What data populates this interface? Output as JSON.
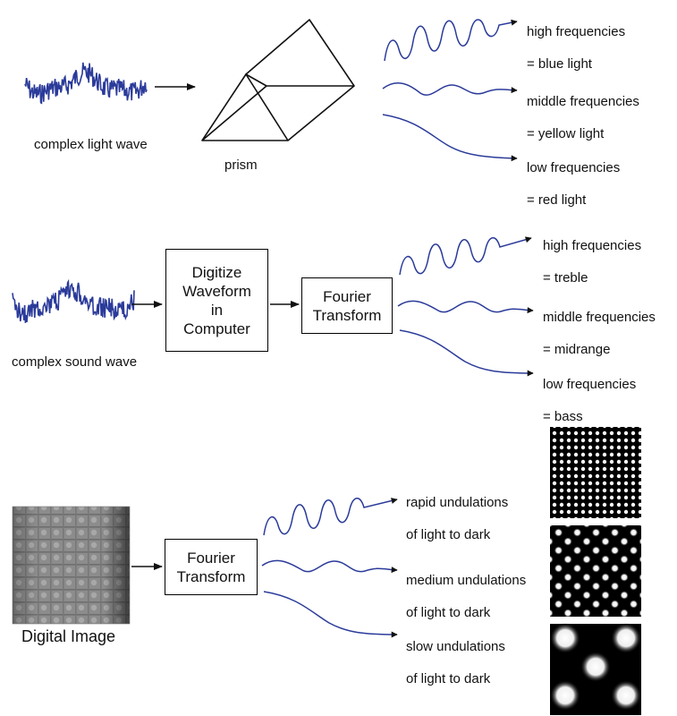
{
  "colors": {
    "wave": "#2b3b9a",
    "line": "#000000"
  },
  "panel_light": {
    "source_label": "complex light wave",
    "prism_label": "prism",
    "outputs": [
      {
        "line1": "high frequencies",
        "line2": "= blue light"
      },
      {
        "line1": "middle frequencies",
        "line2": "= yellow light"
      },
      {
        "line1": "low frequencies",
        "line2": "= red light"
      }
    ]
  },
  "panel_sound": {
    "source_label": "complex sound wave",
    "digitize_box": "Digitize\nWaveform\nin\nComputer",
    "fourier_box": "Fourier\nTransform",
    "outputs": [
      {
        "line1": "high frequencies",
        "line2": "= treble"
      },
      {
        "line1": "middle frequencies",
        "line2": "= midrange"
      },
      {
        "line1": "low frequencies",
        "line2": "= bass"
      }
    ]
  },
  "panel_image": {
    "source_label": "Digital Image",
    "fourier_box": "Fourier\nTransform",
    "outputs": [
      {
        "line1": "rapid undulations",
        "line2": "of light to dark"
      },
      {
        "line1": "medium undulations",
        "line2": "of light to dark"
      },
      {
        "line1": "slow undulations",
        "line2": "of light to dark"
      }
    ]
  }
}
